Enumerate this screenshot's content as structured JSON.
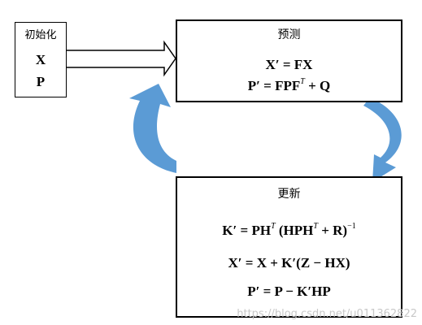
{
  "init": {
    "title": "初始化",
    "vars": [
      "X",
      "P"
    ]
  },
  "predict": {
    "title": "预测",
    "eq1": {
      "lhs": "X′ = FX"
    },
    "eq2": {
      "lhs": "P′ = FPF",
      "sup": "T",
      "rest": " + Q"
    }
  },
  "update": {
    "title": "更新",
    "eq1": {
      "a": "K′ = PH",
      "supA": "T",
      "b": " (HPH",
      "supB": "T",
      "c": " + R)",
      "supC": "−1"
    },
    "eq2": {
      "text": "X′ = X + K′(Z − HX)"
    },
    "eq3": {
      "text": "P′ = P − K′HP"
    }
  },
  "watermark": "https://blog.csdn.net/u011362822",
  "colors": {
    "cycle_arrow": "#5b9bd5",
    "border": "#000000"
  }
}
